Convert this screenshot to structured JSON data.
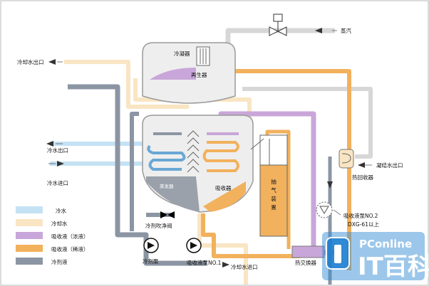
{
  "labels": {
    "steam": "蒸汽",
    "condenser": "冷凝器",
    "regenerator": "再生器",
    "cooling_water_outlet_top": "冷却水出口",
    "cooling_water_outlet_mid": "冷水出口",
    "cooling_water_inlet_mid": "冷水进口",
    "evaporator": "蒸发器",
    "absorber": "吸收器",
    "purge_unit": "抽气装置",
    "condensate_outlet": "凝结水出口",
    "heat_recovery": "热回收器",
    "absorber_pump_no2": "吸收液泵NO.2",
    "dxg": "DXG-61以上",
    "refrigerant_purge_valve": "冷剂吹净阀",
    "refrigerant_pump": "冷剂泵",
    "absorber_pump_no1": "吸收液泵NO.1",
    "cooling_water_inlet_bottom": "冷却水进口",
    "heat_exchanger": "热交换器"
  },
  "legend": [
    {
      "label": "冷水",
      "color": "#c4e2f4"
    },
    {
      "label": "冷却水",
      "color": "#f9e5c3"
    },
    {
      "label": "吸收液（浓液）",
      "color": "#c9a6d9"
    },
    {
      "label": "吸收液（稀液）",
      "color": "#f2b15d"
    },
    {
      "label": "冷剂液",
      "color": "#8c95a3"
    }
  ],
  "watermark": {
    "brand": "PConline",
    "text": "IT百科"
  }
}
